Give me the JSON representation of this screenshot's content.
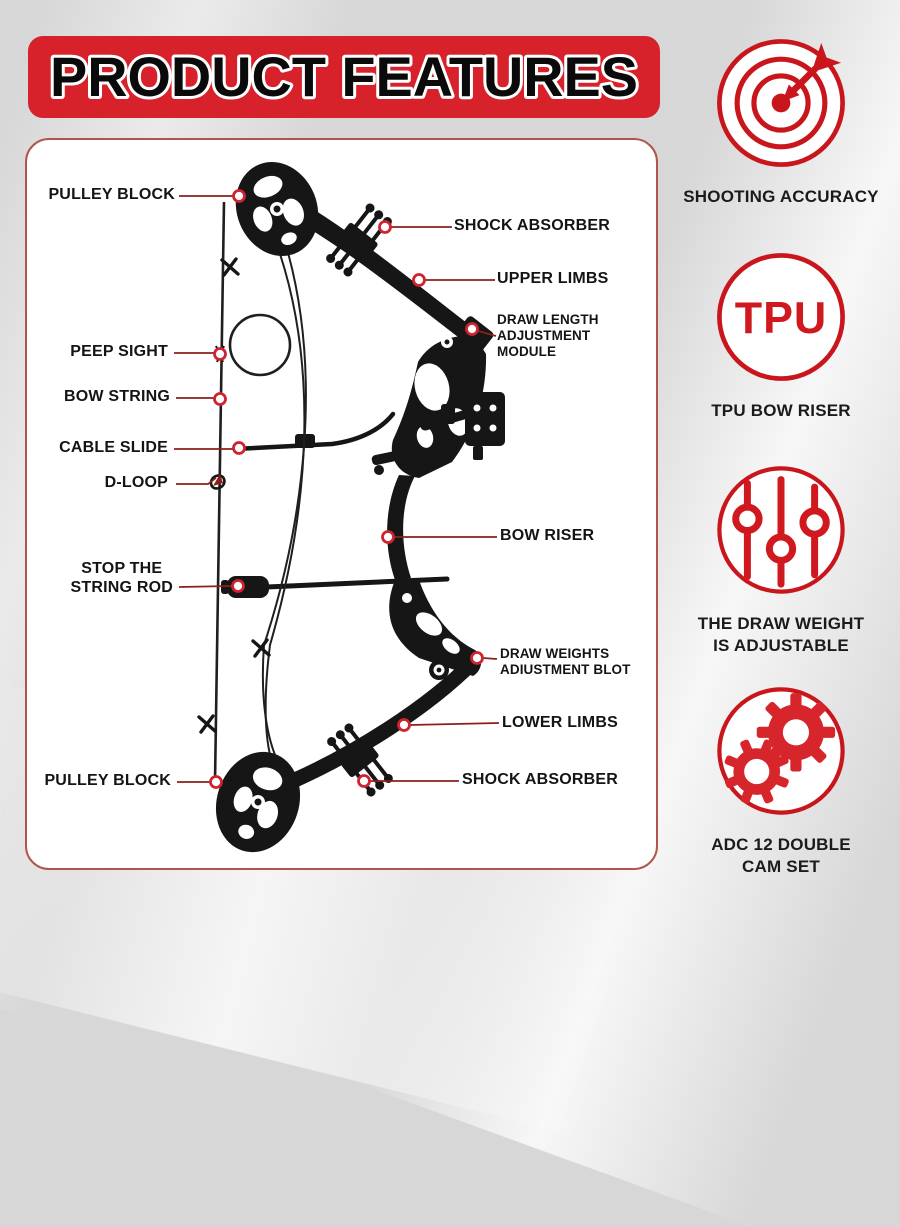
{
  "title": "PRODUCT FEATURES",
  "colors": {
    "banner_red": "#d7222b",
    "icon_red": "#c8161c",
    "gear_red": "#d7262b",
    "panel_border": "#b2544e",
    "callout_line": "#8a201e",
    "bow_black": "#161616",
    "label_text": "#141414"
  },
  "diagram_labels": {
    "pulley_block_top": "PULLEY BLOCK",
    "shock_absorber_top": "SHOCK ABSORBER",
    "upper_limbs": "UPPER LIMBS",
    "draw_length_module": "DRAW LENGTH\nADJUSTMENT\nMODULE",
    "peep_sight": "PEEP SIGHT",
    "bow_string": "BOW STRING",
    "cable_slide": "CABLE SLIDE",
    "d_loop": "D-LOOP",
    "stop_the_string_rod": "STOP THE\nSTRING ROD",
    "bow_riser": "BOW RISER",
    "draw_weights_bolt": "DRAW WEIGHTS\nADIUSTMENT BLOT",
    "lower_limbs": "LOWER LIMBS",
    "shock_absorber_bottom": "SHOCK ABSORBER",
    "pulley_block_bottom": "PULLEY BLOCK"
  },
  "features": [
    {
      "icon": "target-icon",
      "label": "SHOOTING ACCURACY"
    },
    {
      "icon": "tpu-badge-icon",
      "badge_text": "TPU",
      "label": "TPU BOW RISER"
    },
    {
      "icon": "sliders-icon",
      "label": "THE DRAW WEIGHT\nIS ADJUSTABLE"
    },
    {
      "icon": "gears-icon",
      "label": "ADC 12 DOUBLE\nCAM SET"
    }
  ]
}
